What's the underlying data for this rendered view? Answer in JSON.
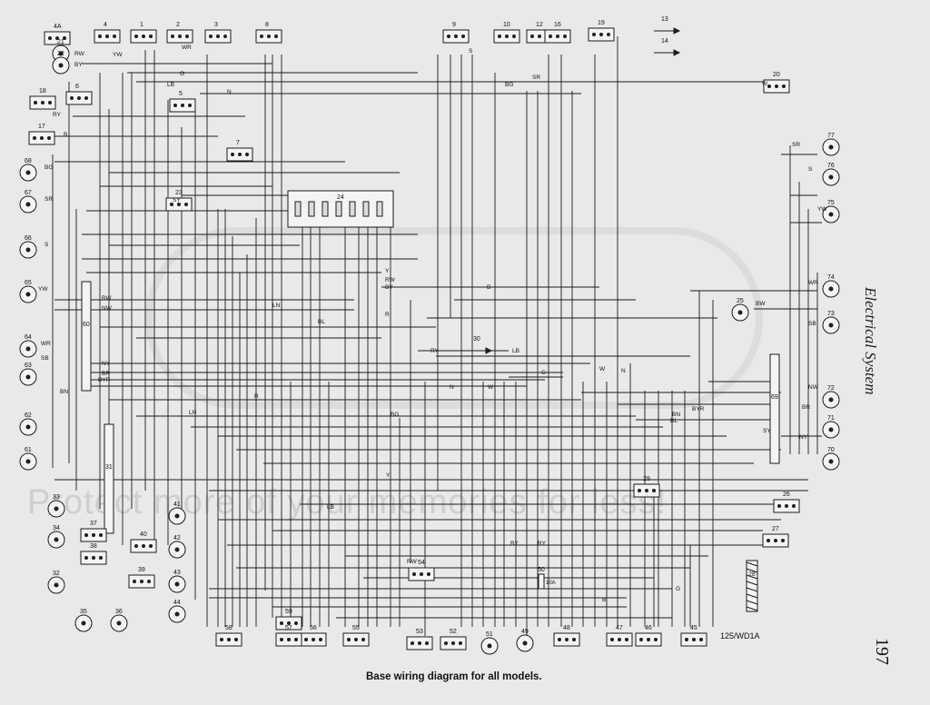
{
  "page": {
    "side_title": "Electrical System",
    "page_number": "197",
    "caption": "Base wiring diagram for all models.",
    "diagram_ref": "125/WD1A",
    "watermark": "Protect more of your memories for less!"
  },
  "connectors": [
    {
      "id": "4A"
    },
    {
      "id": "4"
    },
    {
      "id": "1"
    },
    {
      "id": "2"
    },
    {
      "id": "3"
    },
    {
      "id": "8"
    },
    {
      "id": "9"
    },
    {
      "id": "10"
    },
    {
      "id": "12"
    },
    {
      "id": "16"
    },
    {
      "id": "19"
    },
    {
      "id": "13"
    },
    {
      "id": "14"
    },
    {
      "id": "20"
    },
    {
      "id": "21"
    },
    {
      "id": "22"
    },
    {
      "id": "18"
    },
    {
      "id": "17"
    },
    {
      "id": "6"
    },
    {
      "id": "5"
    },
    {
      "id": "7"
    },
    {
      "id": "68"
    },
    {
      "id": "67"
    },
    {
      "id": "66"
    },
    {
      "id": "65"
    },
    {
      "id": "64"
    },
    {
      "id": "63"
    },
    {
      "id": "62"
    },
    {
      "id": "61"
    },
    {
      "id": "60"
    },
    {
      "id": "23"
    },
    {
      "id": "24"
    },
    {
      "id": "25"
    },
    {
      "id": "69"
    },
    {
      "id": "70"
    },
    {
      "id": "71"
    },
    {
      "id": "72"
    },
    {
      "id": "73"
    },
    {
      "id": "74"
    },
    {
      "id": "75"
    },
    {
      "id": "76"
    },
    {
      "id": "77"
    },
    {
      "id": "31"
    },
    {
      "id": "32"
    },
    {
      "id": "33"
    },
    {
      "id": "34"
    },
    {
      "id": "35"
    },
    {
      "id": "36"
    },
    {
      "id": "37"
    },
    {
      "id": "38"
    },
    {
      "id": "39"
    },
    {
      "id": "40"
    },
    {
      "id": "41"
    },
    {
      "id": "42"
    },
    {
      "id": "43"
    },
    {
      "id": "44"
    },
    {
      "id": "45"
    },
    {
      "id": "46"
    },
    {
      "id": "47"
    },
    {
      "id": "48"
    },
    {
      "id": "49"
    },
    {
      "id": "50"
    },
    {
      "id": "51"
    },
    {
      "id": "52"
    },
    {
      "id": "53"
    },
    {
      "id": "54"
    },
    {
      "id": "55"
    },
    {
      "id": "56"
    },
    {
      "id": "57"
    },
    {
      "id": "58"
    },
    {
      "id": "59"
    },
    {
      "id": "26"
    },
    {
      "id": "27"
    },
    {
      "id": "28"
    },
    {
      "id": "29"
    },
    {
      "id": "30"
    }
  ],
  "wire_codes": [
    "RW",
    "BY",
    "RY",
    "B",
    "G",
    "LB",
    "N",
    "W",
    "BG",
    "SR",
    "S",
    "YW",
    "WR",
    "SB",
    "BW",
    "NW",
    "NY",
    "BR",
    "BYR",
    "BN",
    "BL",
    "SY",
    "LN",
    "R",
    "Y"
  ],
  "fuse_label": "10A"
}
